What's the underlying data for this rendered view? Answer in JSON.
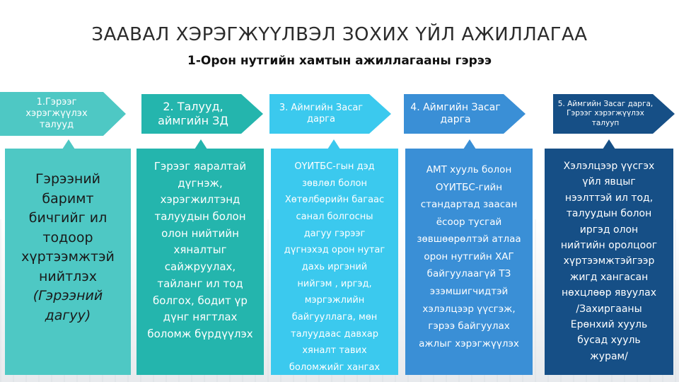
{
  "slide": {
    "title": "ЗААВАЛ ХЭРЭГЖҮҮЛВЭЛ ЗОХИХ ҮЙЛ АЖИЛЛАГАА",
    "subtitle": "1-Орон нутгийн хамтын ажиллагааны гэрээ"
  },
  "steps": [
    {
      "header": "1.Гэрээг\nхэрэгжүүлэх\nталууд",
      "body": "Гэрээний\nбаримт\nбичгийг ил\nтодоор\nхүртээмжтэй\nнийтлэх",
      "note": "(Гэрээний\nдагуу)",
      "color": "#4ec8c4"
    },
    {
      "header": "2. Талууд,\nаймгийн ЗД",
      "body": "Гэрээг яаралтай\nдүгнэж,\nхэрэгжилтэнд\nталуудын болон\nолон нийтийн\nхяналтыг\nсайжруулах,\nтайланг ил тод\nболгох, бодит үр\nдүнг нягтлах\nболомж бүрдүүлэх",
      "color": "#24b5ad"
    },
    {
      "header": "3. Аймгийн Засаг\nдарга",
      "body": "ОҮИТБС-гын дэд\nзөвлөл болон\nХөтөлбөрийн багаас\nсанал болгосны\nдагуу гэрээг\nдүгнэхэд орон нутаг\nдахь иргэний\nнийгэм , иргэд,\nмэргэжлийн\nбайгууллага, мөн\nталуудаас давхар\nхяналт тавих\nболомжийг хангах",
      "color": "#3bc9ee"
    },
    {
      "header": "4. Аймгийн Засаг\nдарга",
      "body": "АМТ хууль болон\nОҮИТБС-гийн\nстандартад заасан\nёсоор тусгай\nзөвшөөрөлтэй атлаа\nорон нутгийн ХАГ\nбайгуулаагүй ТЗ\nэзэмшигчидтэй\nхэлэлцээр үүсгэж,\nгэрээ байгуулах\nажлыг хэрэгжүүлэх",
      "color": "#3a8fd6"
    },
    {
      "header": "5. Аймгийн Засаг дарга,\nГэрээг хэрэгжүүлэх\nталууп",
      "body": "Хэлэлцээр үүсгэх\nүйл явцыг\nнээлттэй ил тод,\nталуудын болон\nиргэд олон\nнийтийн оролцоог\nхүртээмжтэйгээр\nжигд хангасан\nнөхцлөөр явуулах\n/Захиргааны\nЕрөнхий хууль\nбусад хууль\nжурам/",
      "color": "#164f86"
    }
  ]
}
